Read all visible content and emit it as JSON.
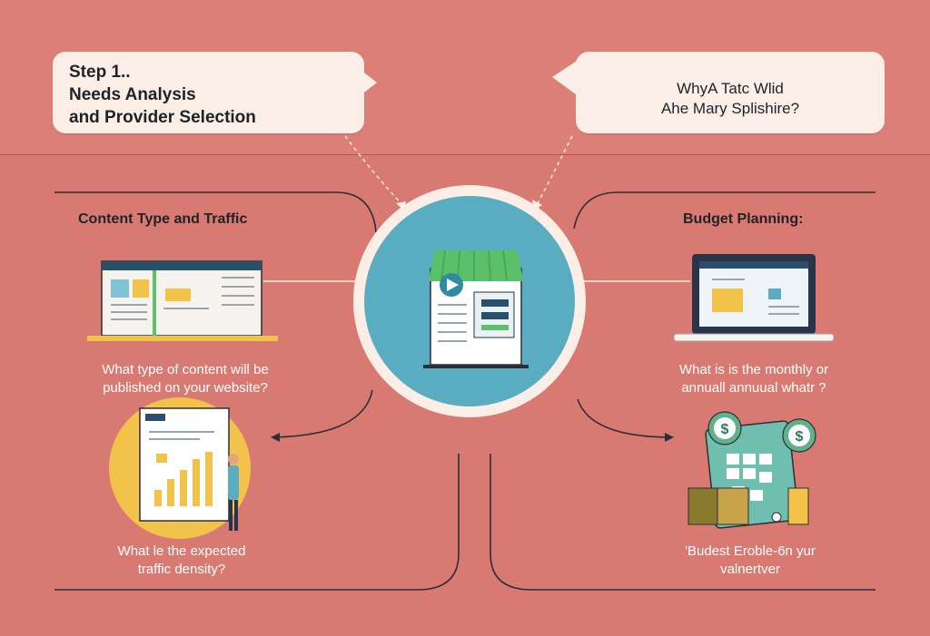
{
  "step_bubble": {
    "lines": [
      "Step 1..",
      "Needs Analysis",
      "and Provider Selection"
    ]
  },
  "question_bubble": {
    "lines": [
      "WhyA Tatc Wlid",
      "Ahe Mary Splishire?"
    ]
  },
  "content_section": {
    "heading": "Content Type and Traffic",
    "question_1": [
      "What type of content will be",
      "published on your website?"
    ],
    "question_2": [
      "What le the expected",
      "traffic density?"
    ]
  },
  "budget_section": {
    "heading": "Budget Planning:",
    "question_1": [
      "What is is the monthly or",
      "annuall annuual whatr ?"
    ],
    "question_2": [
      "'Budest Eroble-6n yur",
      "valnertver"
    ]
  },
  "colors": {
    "background": "#d97a72",
    "bubble": "#fbeee6",
    "circle": "#5aacc0",
    "circle_ring": "#fbeee6",
    "awning_green": "#5cbf6a",
    "coin_green": "#5fb38a",
    "gold": "#f2c24a"
  },
  "icons": [
    "storefront-icon",
    "browser-window-icon",
    "laptop-icon",
    "bar-chart-icon",
    "person-icon",
    "dollar-coin-icon",
    "calendar-icon",
    "box-icon"
  ]
}
